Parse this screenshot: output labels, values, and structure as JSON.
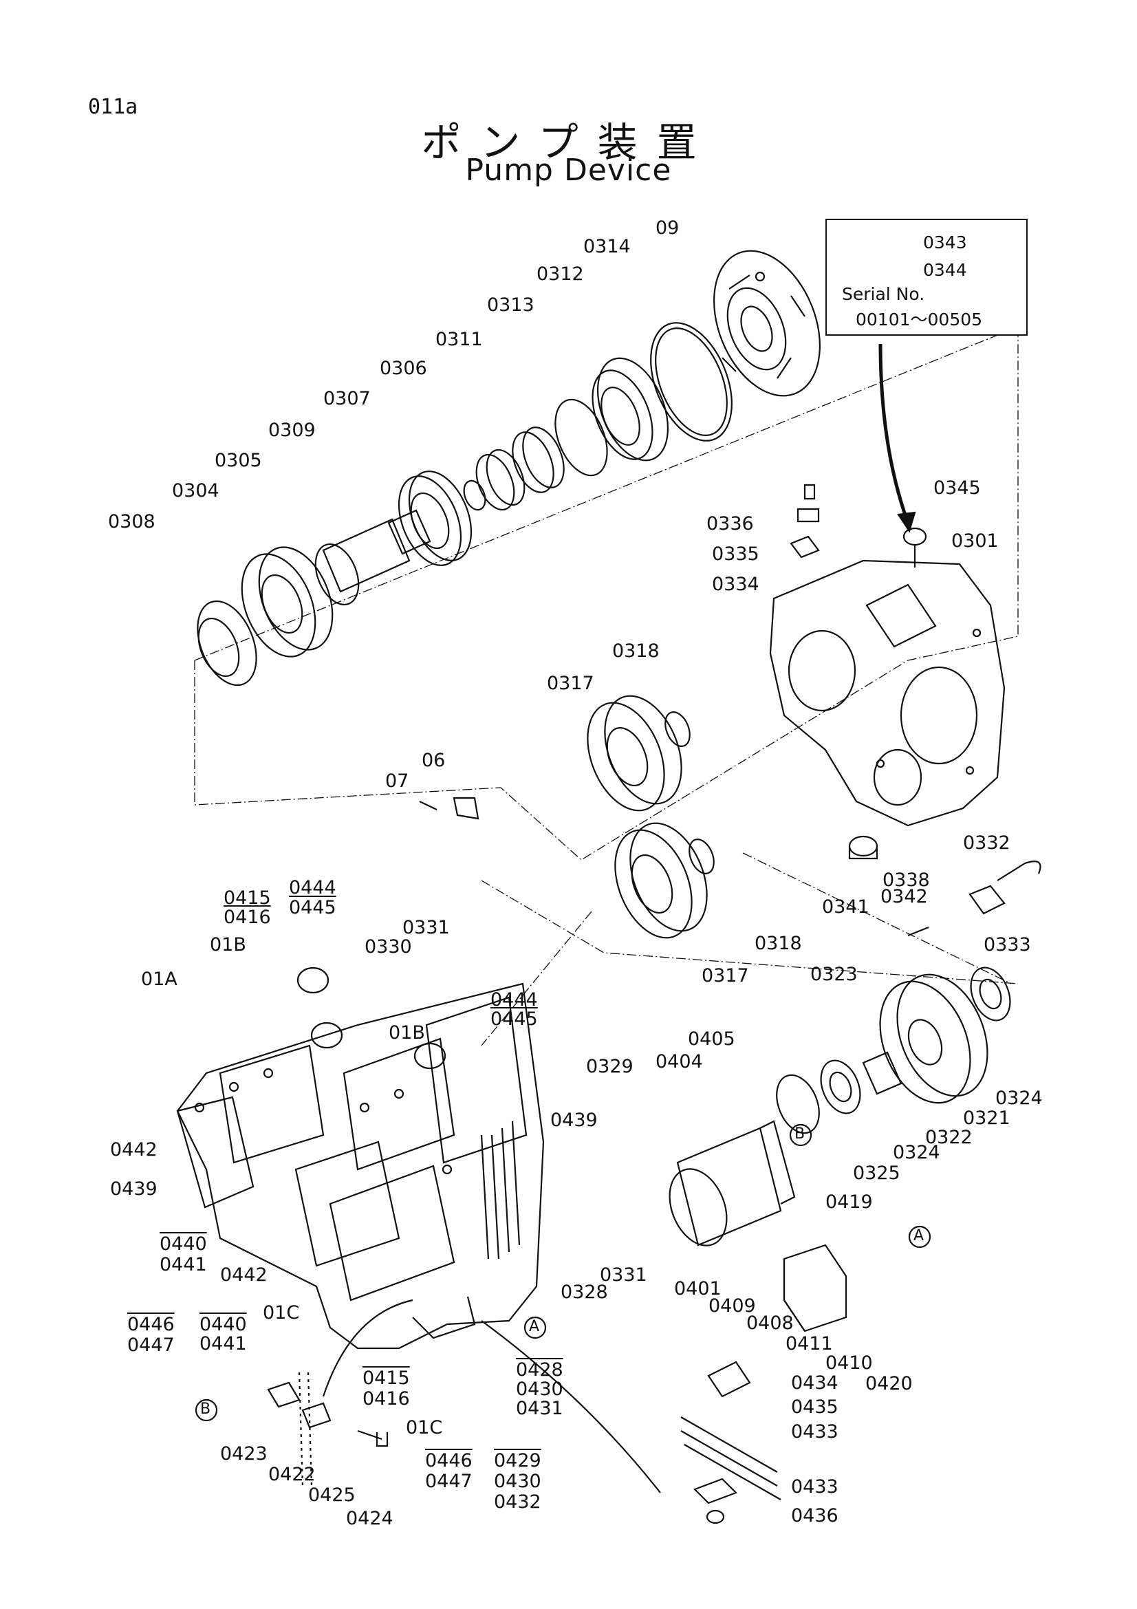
{
  "page_id": "011a",
  "title_jp": "ポンプ装置",
  "title_en": "Pump Device",
  "inset": {
    "part_a": "0343",
    "part_b": "0344",
    "serial_label": "Serial No.",
    "serial_range": "00101～00505"
  },
  "callouts": {
    "c09": "09",
    "c0314": "0314",
    "c0312": "0312",
    "c0313": "0313",
    "c0311": "0311",
    "c0306": "0306",
    "c0307": "0307",
    "c0309": "0309",
    "c0305": "0305",
    "c0304": "0304",
    "c0308": "0308",
    "c0345": "0345",
    "c0301": "0301",
    "c0336": "0336",
    "c0335": "0335",
    "c0334": "0334",
    "c0318a": "0318",
    "c0317a": "0317",
    "c06": "06",
    "c07": "07",
    "c0332": "0332",
    "c0338": "0338",
    "c0342": "0342",
    "c0341": "0341",
    "c0333": "0333",
    "c0318b": "0318",
    "c0317b": "0317",
    "c0323": "0323",
    "c0324a": "0324",
    "c0321": "0321",
    "c0322": "0322",
    "c0324b": "0324",
    "c0325": "0325",
    "c0405": "0405",
    "c0404": "0404",
    "c0419": "0419",
    "c0401": "0401",
    "c0409": "0409",
    "c0408": "0408",
    "c0411": "0411",
    "c0410": "0410",
    "c0420": "0420",
    "c0434": "0434",
    "c0435": "0435",
    "c0433a": "0433",
    "c0433b": "0433",
    "c0436": "0436",
    "c0415a": "0415",
    "c0416a": "0416",
    "c0444a": "0444",
    "c0445a": "0445",
    "c0331a": "0331",
    "c0330": "0330",
    "c01B_a": "01B",
    "c01B_b": "01B",
    "c01A": "01A",
    "c0444b": "0444",
    "c0445b": "0445",
    "c0329": "0329",
    "c0439a": "0439",
    "c0442a": "0442",
    "c0439b": "0439",
    "c0440a": "0440",
    "c0441a": "0441",
    "c0442b": "0442",
    "c01C_a": "01C",
    "c0446a": "0446",
    "c0447a": "0447",
    "c0440b": "0440",
    "c0441b": "0441",
    "c0328": "0328",
    "c0331b": "0331",
    "c0415b": "0415",
    "c0416b": "0416",
    "c0428": "0428",
    "c0430a": "0430",
    "c0431": "0431",
    "c01C_b": "01C",
    "c0446b": "0446",
    "c0447b": "0447",
    "c0429": "0429",
    "c0430b": "0430",
    "c0432": "0432",
    "c0423": "0423",
    "c0422": "0422",
    "c0425": "0425",
    "c0424": "0424"
  },
  "markers": {
    "A": "A",
    "B": "B"
  }
}
